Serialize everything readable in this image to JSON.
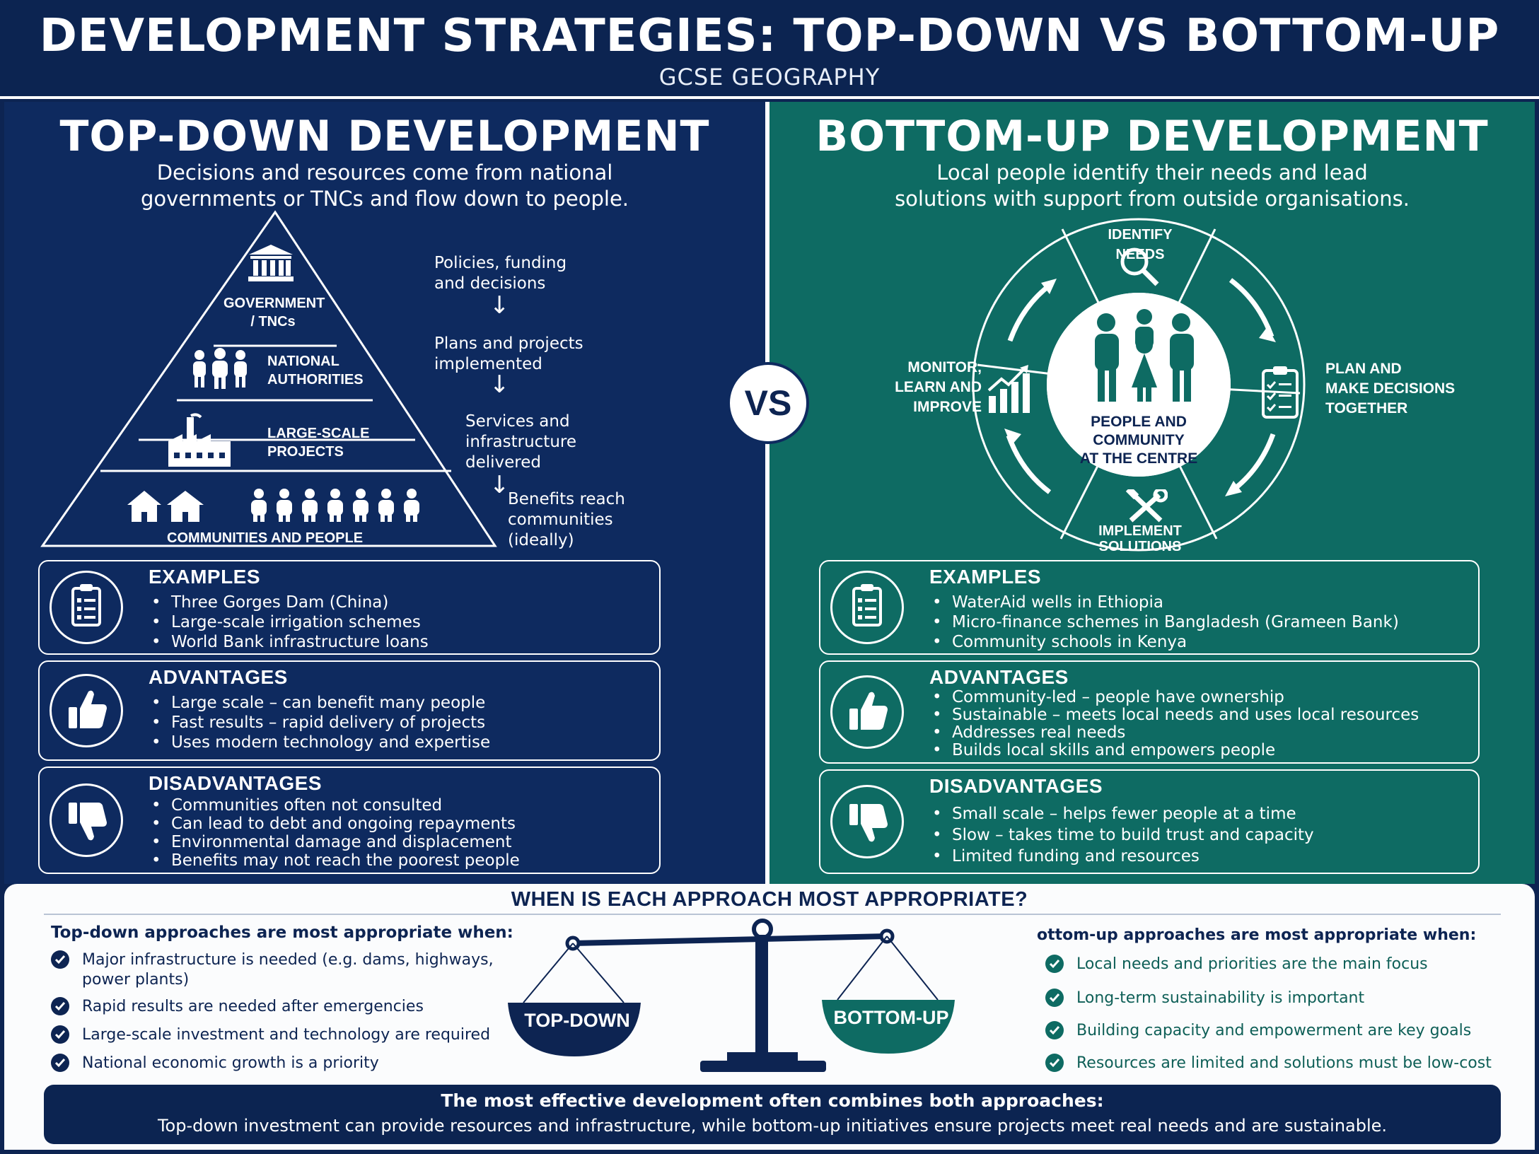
{
  "header": {
    "title": "DEVELOPMENT STRATEGIES: TOP-DOWN VS BOTTOM-UP",
    "subtitle": "GCSE GEOGRAPHY"
  },
  "vs_label": "VS",
  "top_down": {
    "title": "TOP-DOWN DEVELOPMENT",
    "description_line1": "Decisions and resources come from national",
    "description_line2": "governments or TNCs and flow down to people.",
    "pyramid": {
      "level1_line1": "GOVERNMENT",
      "level1_line2": "/ TNCs",
      "level2_line1": "NATIONAL",
      "level2_line2": "AUTHORITIES",
      "level3_line1": "LARGE-SCALE",
      "level3_line2": "PROJECTS",
      "level4": "COMMUNITIES AND PEOPLE"
    },
    "flow": {
      "step1_line1": "Policies, funding",
      "step1_line2": "and decisions",
      "step2_line1": "Plans and projects",
      "step2_line2": "implemented",
      "step3_line1": "Services and",
      "step3_line2": "infrastructure",
      "step3_line3": "delivered",
      "step4_line1": "Benefits reach",
      "step4_line2": "communities",
      "step4_line3": "(ideally)"
    },
    "examples": {
      "heading": "EXAMPLES",
      "items": [
        "Three Gorges Dam (China)",
        "Large-scale irrigation schemes",
        "World Bank infrastructure loans"
      ]
    },
    "advantages": {
      "heading": "ADVANTAGES",
      "items": [
        "Large scale – can benefit many people",
        "Fast results – rapid delivery of projects",
        "Uses modern technology and expertise"
      ]
    },
    "disadvantages": {
      "heading": "DISADVANTAGES",
      "items": [
        "Communities often not consulted",
        "Can lead to debt and ongoing repayments",
        "Environmental damage and displacement",
        "Benefits may not reach the poorest people"
      ]
    }
  },
  "bottom_up": {
    "title": "BOTTOM-UP DEVELOPMENT",
    "description_line1": "Local people identify their needs and lead",
    "description_line2": "solutions with support from outside organisations.",
    "cycle": {
      "top": "IDENTIFY NEEDS",
      "right_line1": "PLAN AND",
      "right_line2": "MAKE DECISIONS",
      "right_line3": "TOGETHER",
      "bottom_line1": "IMPLEMENT",
      "bottom_line2": "SOLUTIONS",
      "left_line1": "MONITOR,",
      "left_line2": "LEARN AND",
      "left_line3": "IMPROVE",
      "center_line1": "PEOPLE AND",
      "center_line2": "COMMUNITY",
      "center_line3": "AT THE CENTRE"
    },
    "examples": {
      "heading": "EXAMPLES",
      "items": [
        "WaterAid wells in Ethiopia",
        "Micro-finance schemes in Bangladesh (Grameen Bank)",
        "Community schools in Kenya"
      ]
    },
    "advantages": {
      "heading": "ADVANTAGES",
      "items": [
        "Community-led – people have ownership",
        "Sustainable – meets local needs and uses local resources",
        "Addresses real needs",
        "Builds local skills and empowers people"
      ]
    },
    "disadvantages": {
      "heading": "DISADVANTAGES",
      "items": [
        "Small scale – helps fewer people at a time",
        "Slow – takes time to build trust and capacity",
        "Limited funding and resources"
      ]
    }
  },
  "appropriate": {
    "title": "WHEN IS EACH APPROACH MOST APPROPRIATE?",
    "top_down_heading": "Top-down approaches are most appropriate when:",
    "top_down_items": [
      "Major infrastructure is needed (e.g. dams, highways,",
      "Rapid results are needed after emergencies",
      "Large-scale investment and technology are required",
      "National economic growth is a priority"
    ],
    "top_down_item1_cont": "power plants)",
    "bottom_up_heading": "ottom-up approaches are most appropriate when:",
    "bottom_up_items": [
      "Local needs and priorities are the main focus",
      "Long-term sustainability is important",
      "Building capacity and empowerment are key goals",
      "Resources are limited and solutions must be low-cost"
    ],
    "scale_left": "TOP-DOWN",
    "scale_right": "BOTTOM-UP"
  },
  "summary": {
    "heading": "The most effective development often combines both approaches:",
    "body": "Top-down investment can provide resources and infrastructure, while bottom-up initiatives ensure projects meet real needs and are sustainable."
  },
  "colors": {
    "navy": "#0e2a5f",
    "teal": "#0e6b63",
    "white": "#ffffff"
  }
}
